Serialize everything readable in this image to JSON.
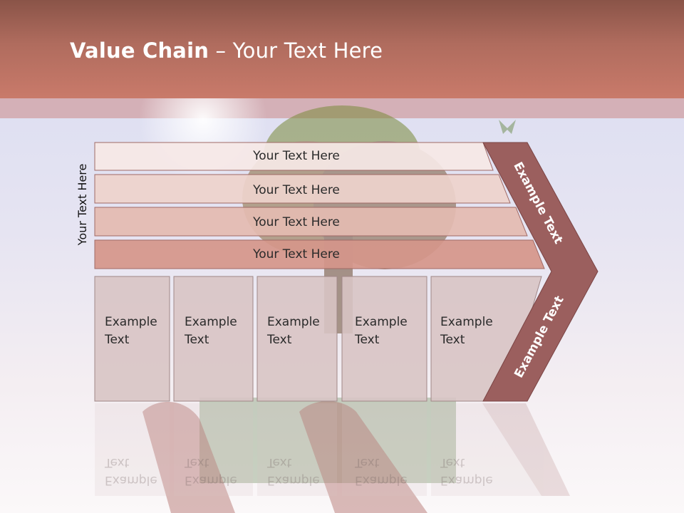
{
  "title": {
    "bold": "Value Chain",
    "rest": " – Your Text Here"
  },
  "side_label": "Your Text Here",
  "rows": [
    {
      "label": "Your Text Here"
    },
    {
      "label": "Your Text Here"
    },
    {
      "label": "Your Text Here"
    },
    {
      "label": "Your Text Here"
    }
  ],
  "boxes": [
    {
      "line1": "Example",
      "line2": "Text"
    },
    {
      "line1": "Example",
      "line2": "Text"
    },
    {
      "line1": "Example",
      "line2": "Text"
    },
    {
      "line1": "Example",
      "line2": "Text"
    },
    {
      "line1": "Example",
      "line2": "Text"
    }
  ],
  "chevron": {
    "upper": "Example Text",
    "lower": "Example Text"
  },
  "colors": {
    "header": "#b06c5e",
    "row_fills": [
      "#f6e8e6",
      "#eed2cc",
      "#e4bbb1",
      "#d5968a"
    ],
    "box_fill": "#d8c4c4",
    "chevron_fill": "#9b5f5e"
  }
}
